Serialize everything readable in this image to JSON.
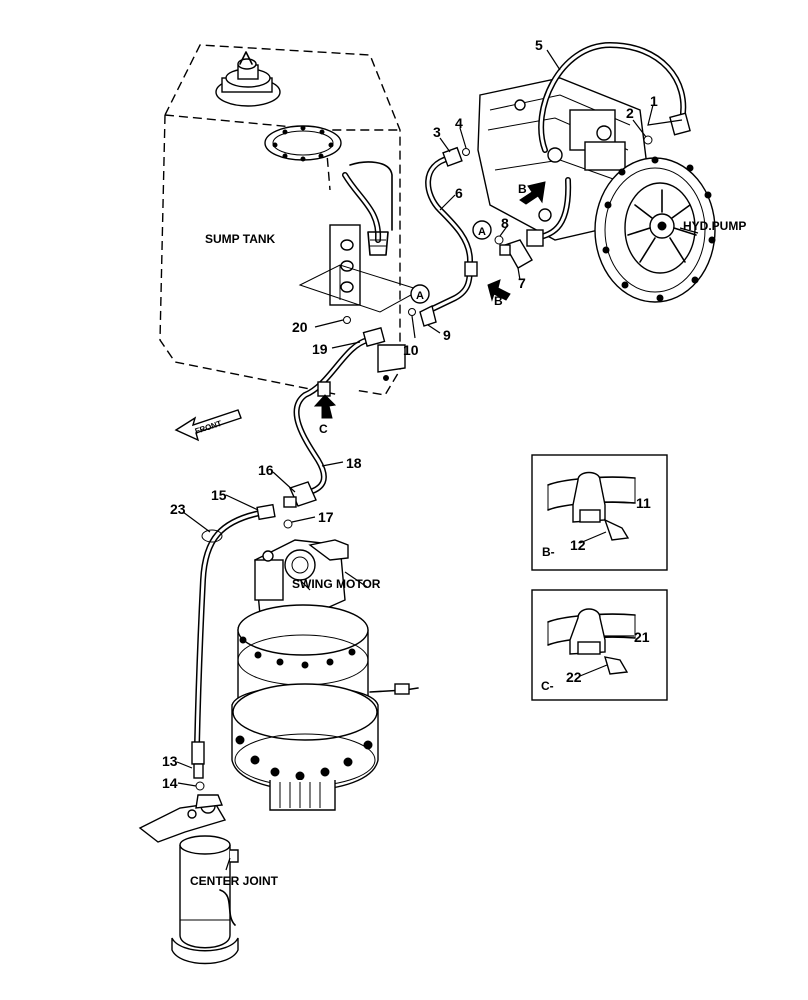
{
  "components": {
    "sump_tank": "SUMP TANK",
    "hyd_pump": "HYD.PUMP",
    "swing_motor": "SWING MOTOR",
    "center_joint": "CENTER JOINT",
    "front": "FRONT"
  },
  "part_numbers": [
    "1",
    "2",
    "3",
    "4",
    "5",
    "6",
    "7",
    "8",
    "9",
    "10",
    "11",
    "12",
    "13",
    "14",
    "15",
    "16",
    "17",
    "18",
    "19",
    "20",
    "21",
    "22",
    "23"
  ],
  "view_markers": {
    "a": "A",
    "b": "B",
    "c": "C"
  },
  "detail_views": {
    "b": {
      "caption": "B-",
      "clamp_part": "11",
      "bolt_part": "12"
    },
    "c": {
      "caption": "C-",
      "clamp_part": "21",
      "bolt_part": "22"
    }
  }
}
